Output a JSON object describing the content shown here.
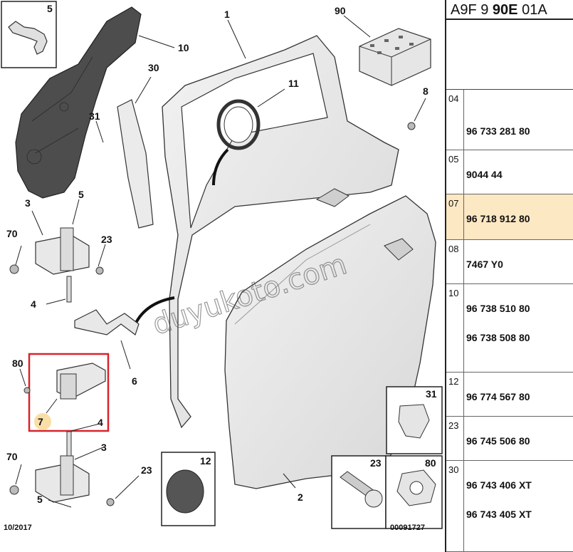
{
  "header": {
    "code_prefix": "A9F 9 ",
    "code_bold": "90E",
    "code_suffix": " 01A"
  },
  "callouts": [
    "1",
    "2",
    "3",
    "3",
    "4",
    "4",
    "5",
    "5",
    "5",
    "6",
    "7",
    "8",
    "10",
    "11",
    "12",
    "23",
    "23",
    "23",
    "30",
    "31",
    "31",
    "70",
    "70",
    "80",
    "80",
    "90"
  ],
  "footer": {
    "date": "10/2017",
    "ref_number": "00091727"
  },
  "watermark": "duyukoto.com",
  "parts_table": [
    {
      "code": "04",
      "refs": [
        "96 733 281 80"
      ],
      "highlight": false
    },
    {
      "code": "05",
      "refs": [
        "9044 44"
      ],
      "highlight": false
    },
    {
      "code": "07",
      "refs": [
        "96 718 912 80"
      ],
      "highlight": true
    },
    {
      "code": "08",
      "refs": [
        "7467 Y0"
      ],
      "highlight": false
    },
    {
      "code": "10",
      "refs": [
        "96 738 510 80",
        "96 738 508 80"
      ],
      "highlight": false
    },
    {
      "code": "12",
      "refs": [
        "96 774 567 80"
      ],
      "highlight": false
    },
    {
      "code": "23",
      "refs": [
        "96 745 506 80"
      ],
      "highlight": false
    },
    {
      "code": "30",
      "refs": [
        "96 743 406 XT",
        "96 743 405 XT"
      ],
      "highlight": false
    }
  ],
  "colors": {
    "highlight_row": "#fde8c4",
    "red_box": "#d9232a",
    "marker": "#f7d489",
    "door": "#e8e8e8",
    "trim_panel": "#4d4d4d"
  }
}
